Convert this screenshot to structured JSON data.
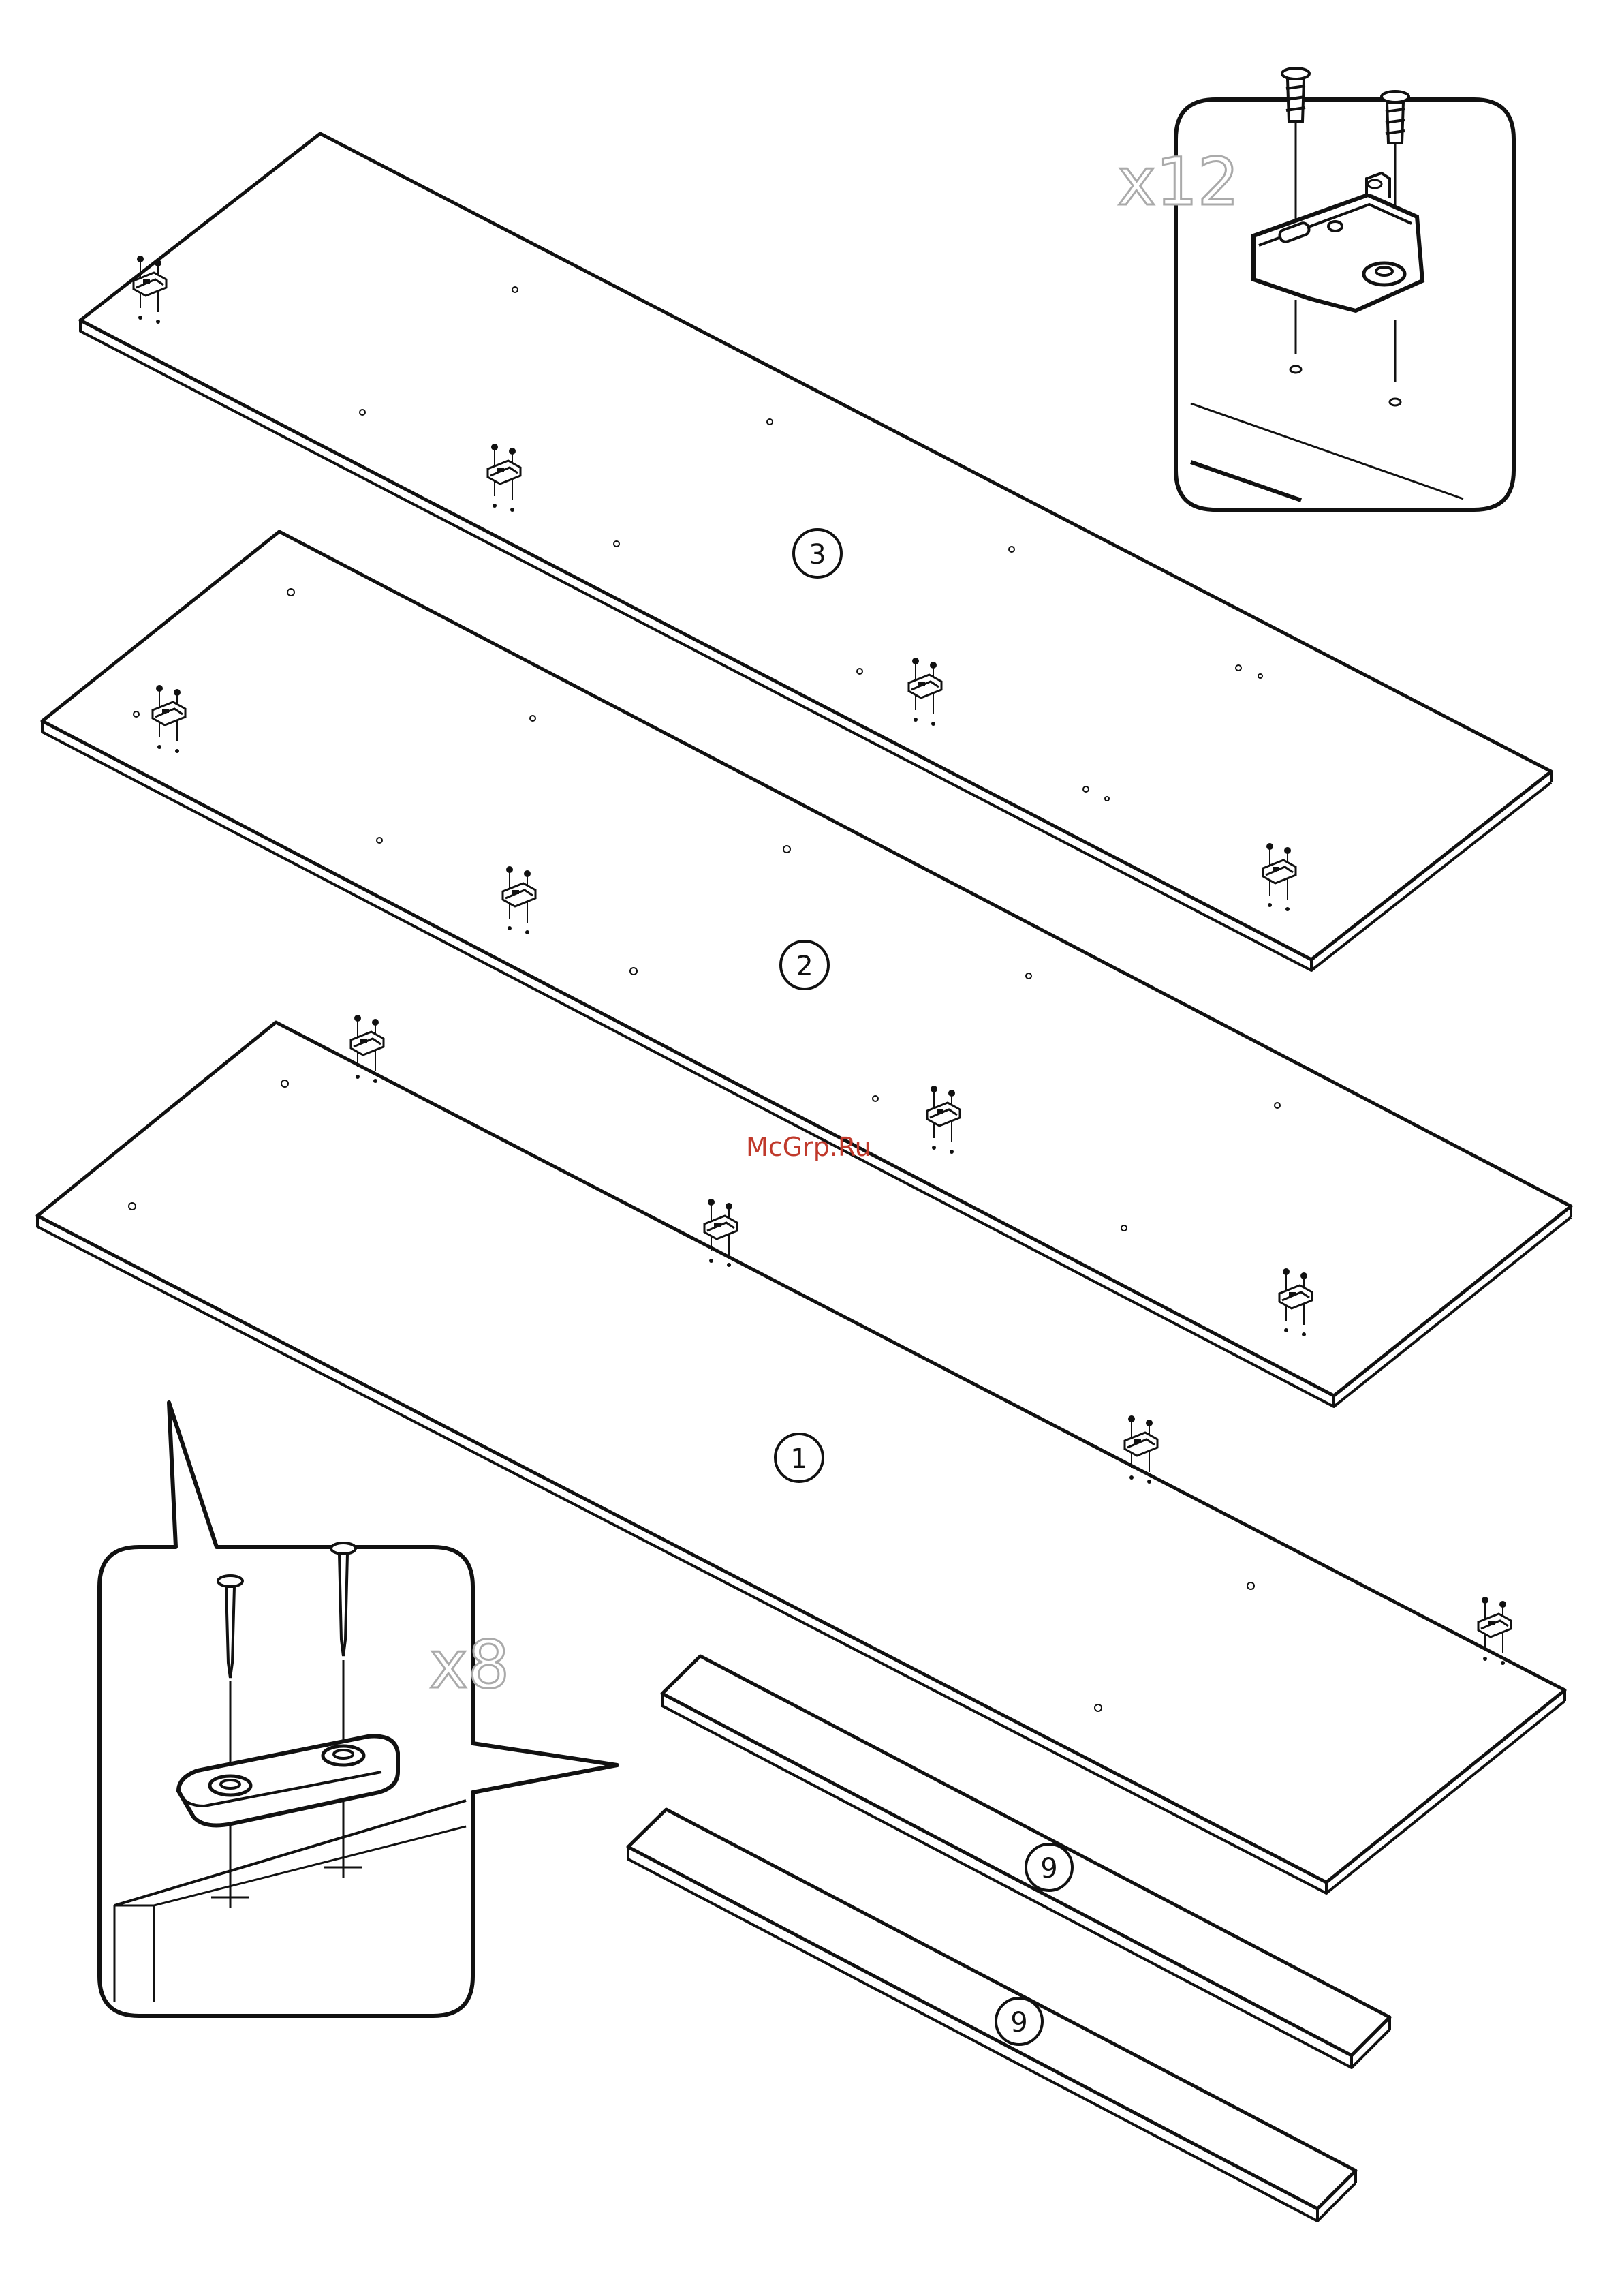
{
  "diagram": {
    "part_labels": {
      "panel_3": "3",
      "panel_2": "2",
      "panel_1": "1",
      "rail_upper": "9",
      "rail_lower": "9"
    },
    "callouts": {
      "hinge_plate_quantity": "x12",
      "glide_quantity": "x8"
    },
    "watermark": "McGrp.Ru"
  }
}
